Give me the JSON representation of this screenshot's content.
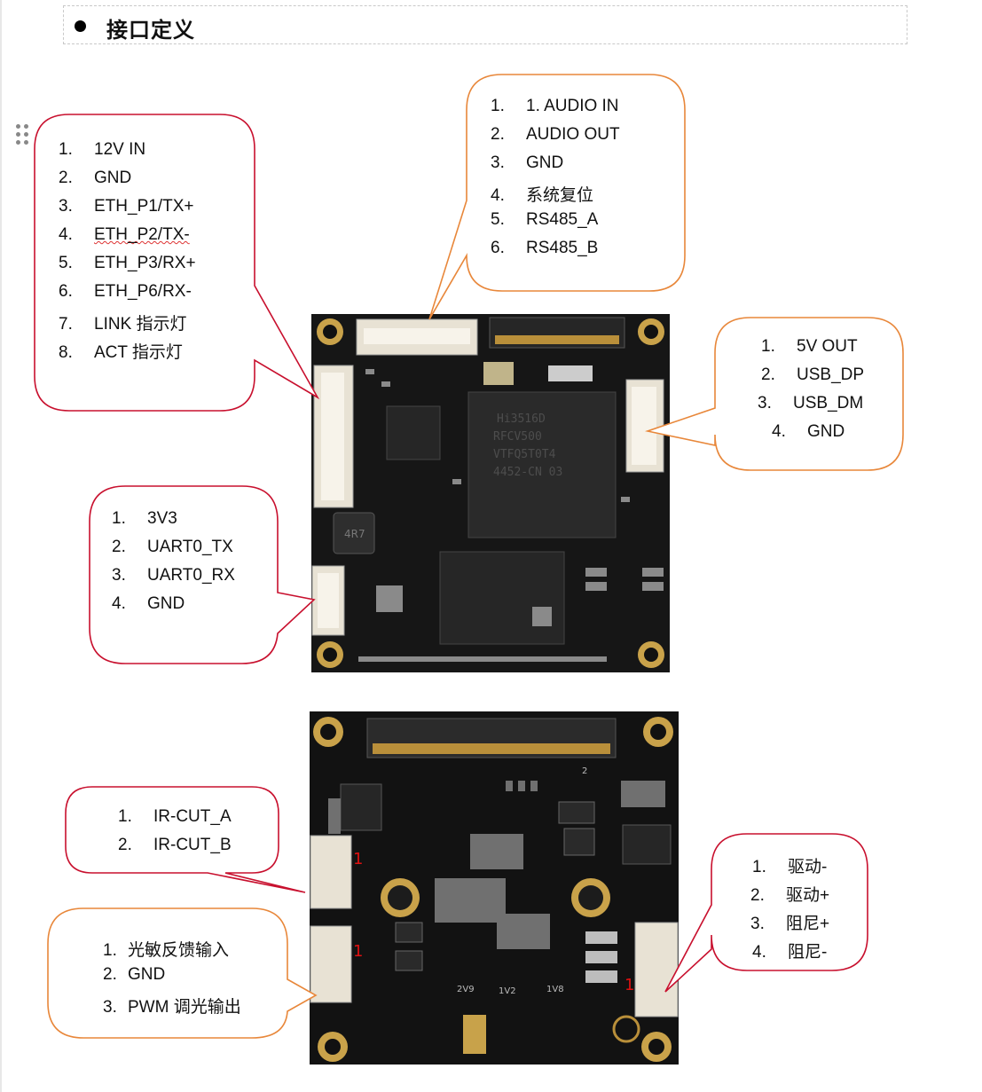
{
  "heading": {
    "title": "接口定义"
  },
  "board_top": {
    "chip_label": [
      "Hi3516D",
      "RFCV500",
      "VTFQ5T0T4",
      "4452-CN  03"
    ],
    "inductor_label": "4R7"
  },
  "board_bottom": {
    "silk_2v9": "2V9",
    "silk_1v2": "1V2",
    "silk_1v8": "1V8",
    "silk_2": "2",
    "pin1_marker": "1"
  },
  "callouts": {
    "power_eth": [
      {
        "n": "1.",
        "t": "12V IN"
      },
      {
        "n": "2.",
        "t": "GND"
      },
      {
        "n": "3.",
        "t": "ETH_P1/TX+"
      },
      {
        "n": "4.",
        "t": "ETH_P2/TX-"
      },
      {
        "n": "5.",
        "t": "ETH_P3/RX+"
      },
      {
        "n": "6.",
        "t": "ETH_P6/RX-"
      },
      {
        "n": "7.",
        "t": "LINK  指示灯"
      },
      {
        "n": "8.",
        "t": "ACT  指示灯"
      }
    ],
    "audio": [
      {
        "n": "1.",
        "t": "1. AUDIO IN"
      },
      {
        "n": "2.",
        "t": "AUDIO OUT"
      },
      {
        "n": "3.",
        "t": "GND"
      },
      {
        "n": "4.",
        "t": "系统复位"
      },
      {
        "n": "5.",
        "t": "RS485_A"
      },
      {
        "n": "6.",
        "t": "RS485_B"
      }
    ],
    "usb": [
      {
        "n": "1.",
        "t": "5V OUT"
      },
      {
        "n": "2.",
        "t": "USB_DP"
      },
      {
        "n": "3.",
        "t": "USB_DM"
      },
      {
        "n": "4.",
        "t": "GND"
      }
    ],
    "uart": [
      {
        "n": "1.",
        "t": "3V3"
      },
      {
        "n": "2.",
        "t": "UART0_TX"
      },
      {
        "n": "3.",
        "t": "UART0_RX"
      },
      {
        "n": "4.",
        "t": "GND"
      }
    ],
    "ircut": [
      {
        "n": "1.",
        "t": "IR-CUT_A"
      },
      {
        "n": "2.",
        "t": "IR-CUT_B"
      }
    ],
    "photo": [
      {
        "n": "1.",
        "t": "光敏反馈输入"
      },
      {
        "n": "2.",
        "t": "GND"
      },
      {
        "n": "3.",
        "t": "PWM 调光输出"
      }
    ],
    "drive": [
      {
        "n": "1.",
        "t": "驱动-"
      },
      {
        "n": "2.",
        "t": "驱动+"
      },
      {
        "n": "3.",
        "t": "阻尼+"
      },
      {
        "n": "4.",
        "t": "阻尼-"
      }
    ]
  },
  "colors": {
    "red_callout": "#c8102e",
    "orange_callout": "#e8873a",
    "pcb": "#141414"
  }
}
